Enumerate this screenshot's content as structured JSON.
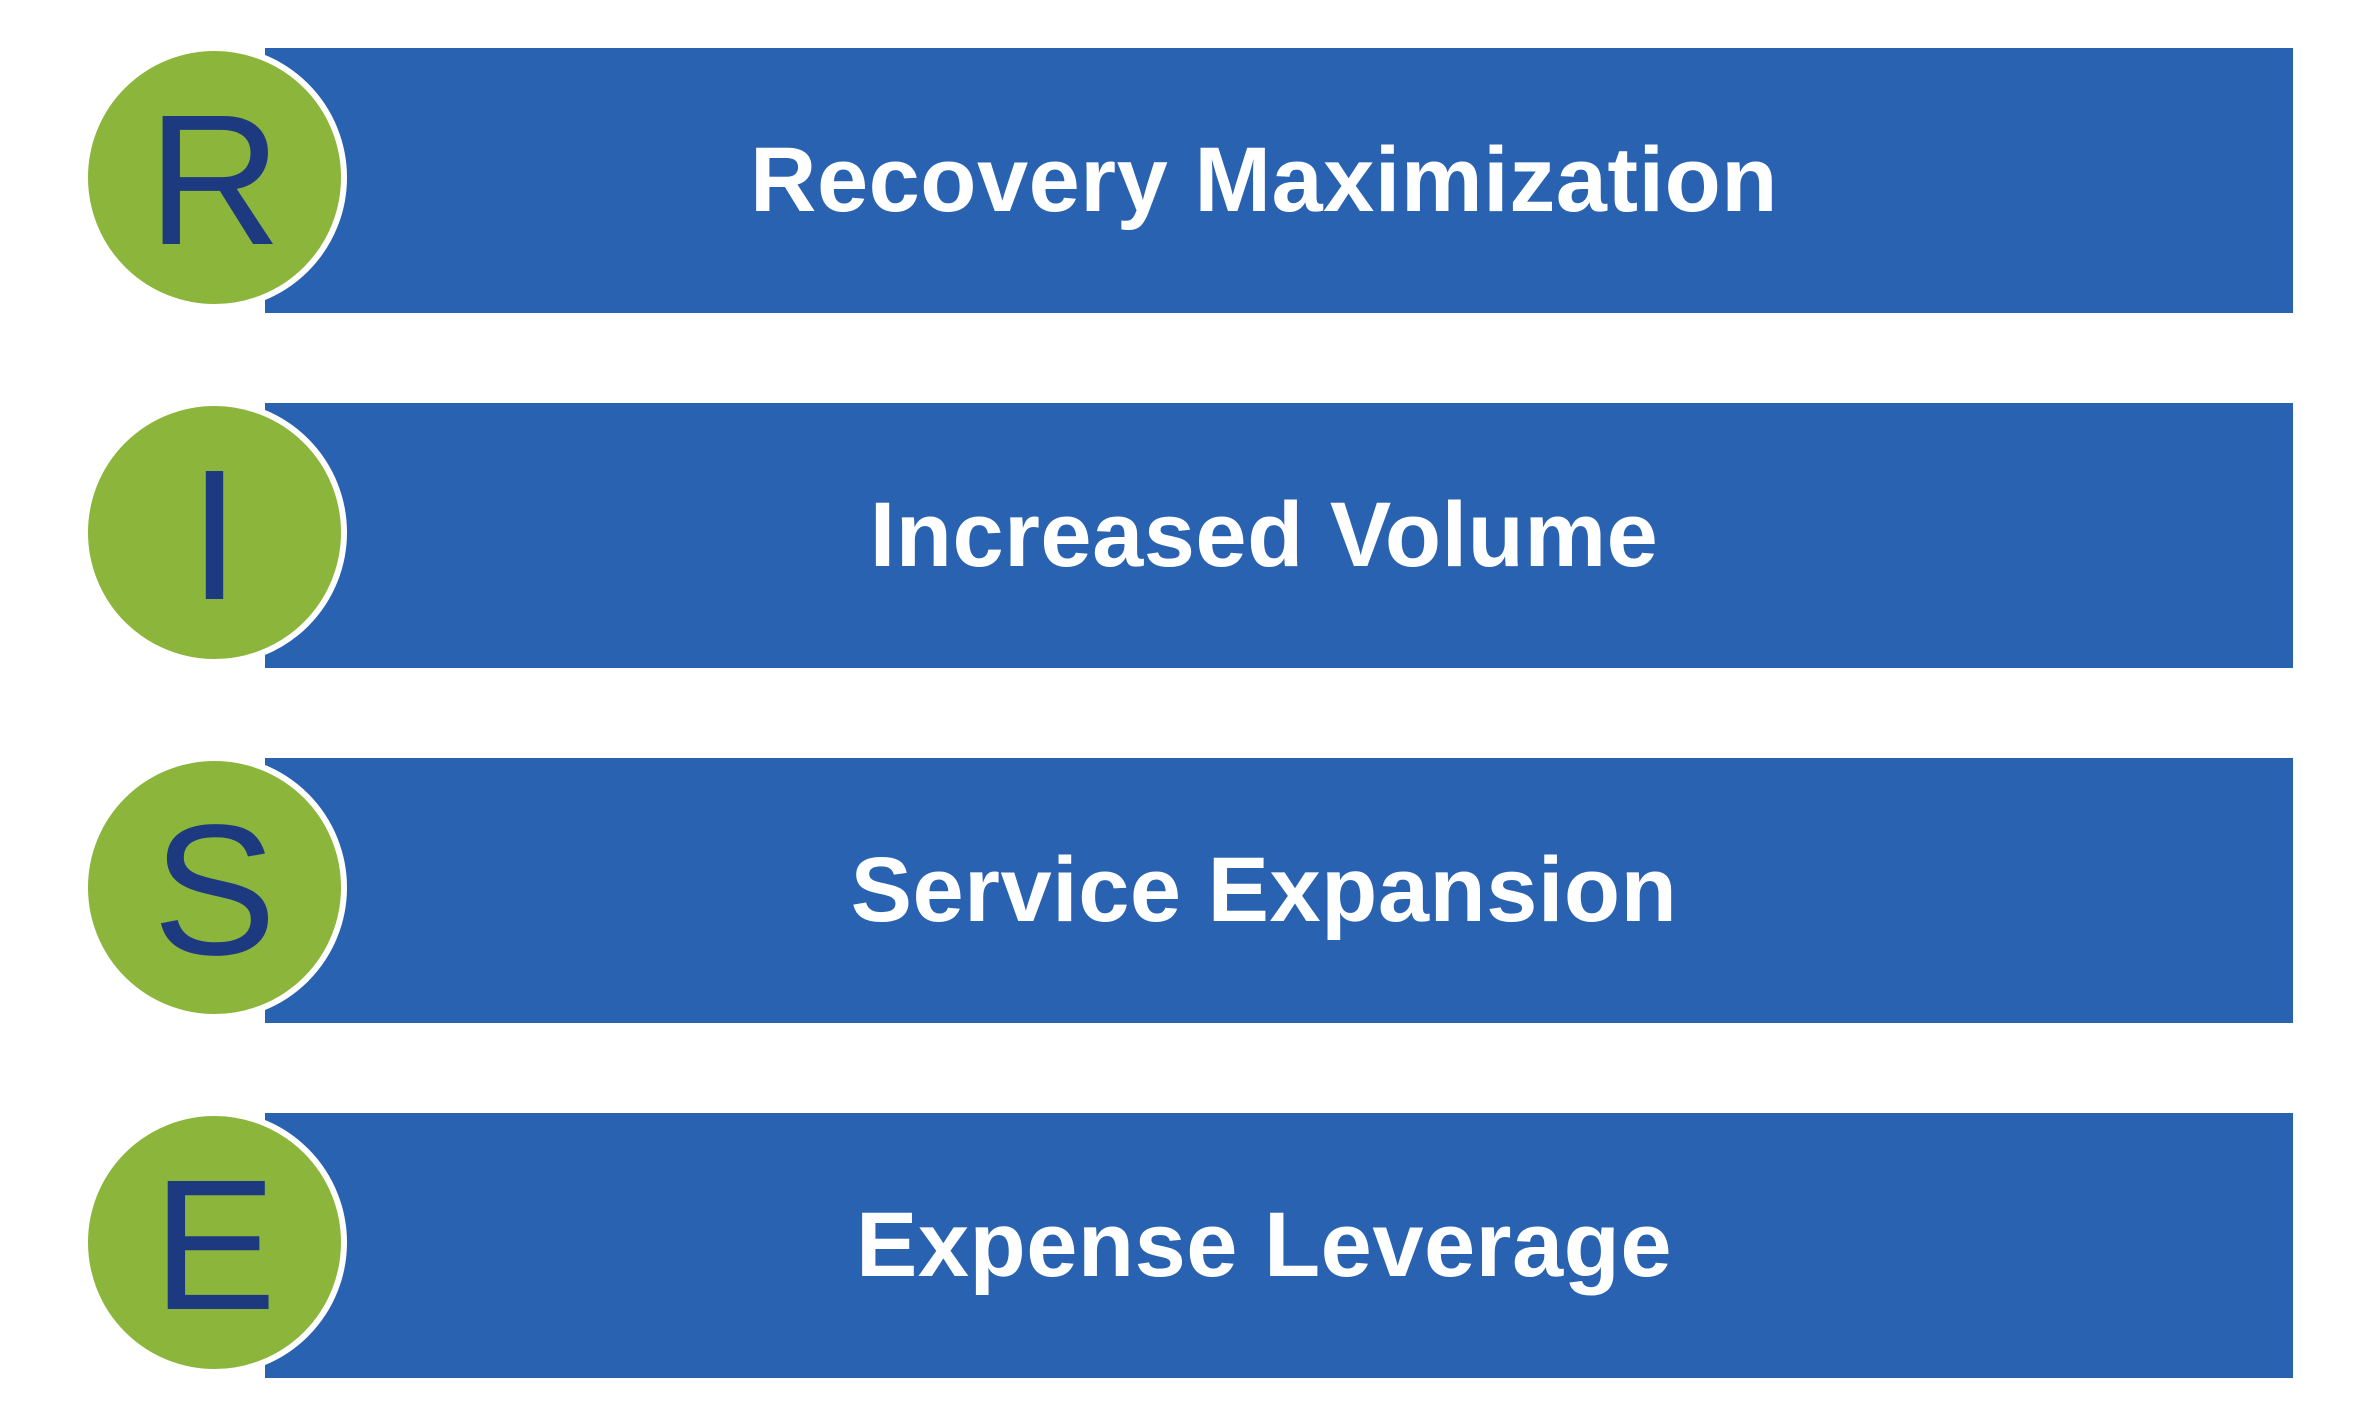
{
  "colors": {
    "bar": "#2962b0",
    "badge": "#8bb53b",
    "letter": "#1d3a80"
  },
  "items": [
    {
      "letter": "R",
      "label": "Recovery Maximization"
    },
    {
      "letter": "I",
      "label": "Increased Volume"
    },
    {
      "letter": "S",
      "label": "Service Expansion"
    },
    {
      "letter": "E",
      "label": "Expense Leverage"
    }
  ]
}
